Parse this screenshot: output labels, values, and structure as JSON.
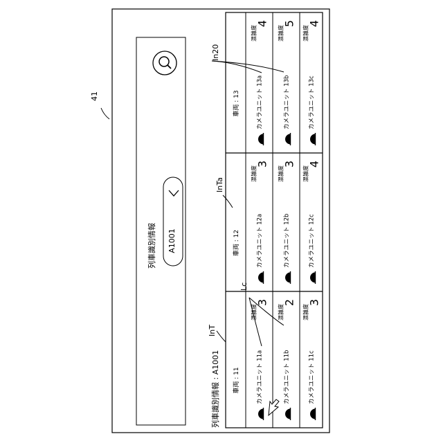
{
  "figure": {
    "ref_label": "41",
    "callouts": {
      "lc": "Lc",
      "int": "InT",
      "inta": "InTa",
      "in20": "In20"
    }
  },
  "header_panel": {
    "title": "列車識別情報",
    "selector_value": "A1001"
  },
  "train_info": "列車識別情報 : A1001",
  "cars": [
    {
      "label": "車両 : 11",
      "cameras": [
        {
          "name": "カメラユニット 11a",
          "congestion_label": "混雑度",
          "level": "3"
        },
        {
          "name": "カメラユニット 11b",
          "congestion_label": "混雑度",
          "level": "2"
        },
        {
          "name": "カメラユニット 11c",
          "congestion_label": "混雑度",
          "level": "3"
        }
      ]
    },
    {
      "label": "車両 : 12",
      "cameras": [
        {
          "name": "カメラユニット 12a",
          "congestion_label": "混雑度",
          "level": "3"
        },
        {
          "name": "カメラユニット 12b",
          "congestion_label": "混雑度",
          "level": "3"
        },
        {
          "name": "カメラユニット 12c",
          "congestion_label": "混雑度",
          "level": "4"
        }
      ]
    },
    {
      "label": "車両 : 13",
      "cameras": [
        {
          "name": "カメラユニット 13a",
          "congestion_label": "混雑度",
          "level": "4"
        },
        {
          "name": "カメラユニット 13b",
          "congestion_label": "混雑度",
          "level": "5"
        },
        {
          "name": "カメラユニット 13c",
          "congestion_label": "混雑度",
          "level": "4"
        }
      ]
    }
  ]
}
